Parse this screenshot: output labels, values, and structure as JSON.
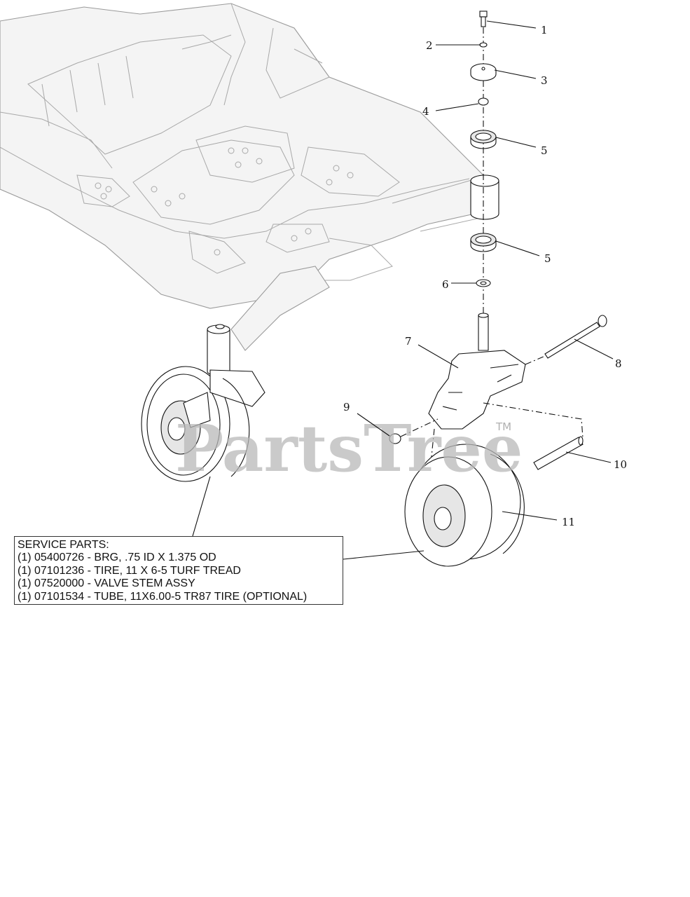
{
  "callouts": [
    {
      "id": "1",
      "label": "1"
    },
    {
      "id": "2",
      "label": "2"
    },
    {
      "id": "3",
      "label": "3"
    },
    {
      "id": "4",
      "label": "4"
    },
    {
      "id": "5a",
      "label": "5"
    },
    {
      "id": "5b",
      "label": "5"
    },
    {
      "id": "6",
      "label": "6"
    },
    {
      "id": "7",
      "label": "7"
    },
    {
      "id": "8",
      "label": "8"
    },
    {
      "id": "9",
      "label": "9"
    },
    {
      "id": "10",
      "label": "10"
    },
    {
      "id": "11",
      "label": "11"
    }
  ],
  "watermark": {
    "text": "PartsTree",
    "tm": "TM"
  },
  "service_parts": {
    "heading": "SERVICE PARTS:",
    "items": [
      "(1) 05400726 - BRG, .75 ID X 1.375 OD",
      "(1) 07101236 - TIRE, 11 X 6-5 TURF TREAD",
      "(1) 07520000 - VALVE STEM ASSY",
      "(1) 07101534 - TUBE, 11X6.00-5 TR87 TIRE (OPTIONAL)"
    ]
  }
}
